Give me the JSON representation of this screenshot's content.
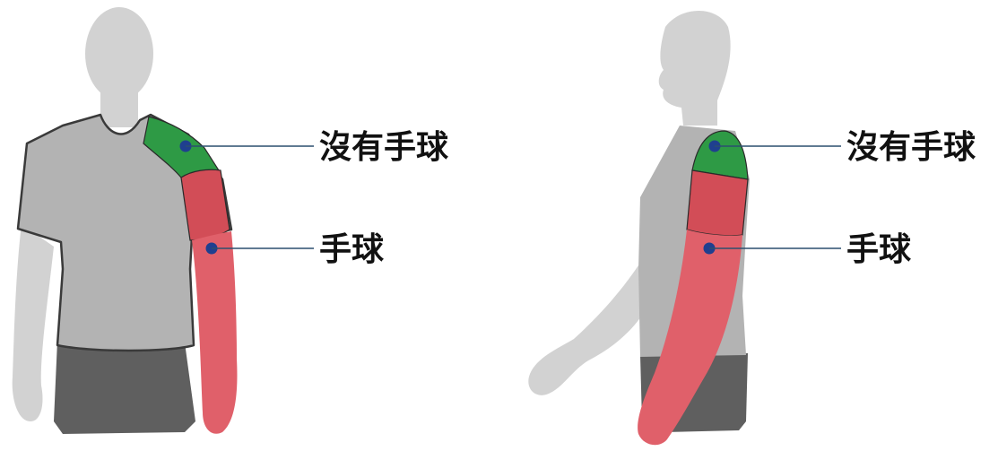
{
  "figures": [
    {
      "id": "front",
      "callouts": [
        {
          "text": "沒有手球"
        },
        {
          "text": "手球"
        }
      ]
    },
    {
      "id": "side",
      "callouts": [
        {
          "text": "沒有手球"
        },
        {
          "text": "手球"
        }
      ]
    }
  ],
  "colors": {
    "body": "#d2d2d2",
    "shirt": "#b3b3b3",
    "shirt_outline": "#3a3a3a",
    "pants": "#5f5f5f",
    "no_handball_zone": "#2e9a45",
    "handball_zone": "#e0606a",
    "handball_zone_dark": "#d24d57",
    "marker": "#1f3f8f",
    "leader_line": "#2c4f6e"
  }
}
